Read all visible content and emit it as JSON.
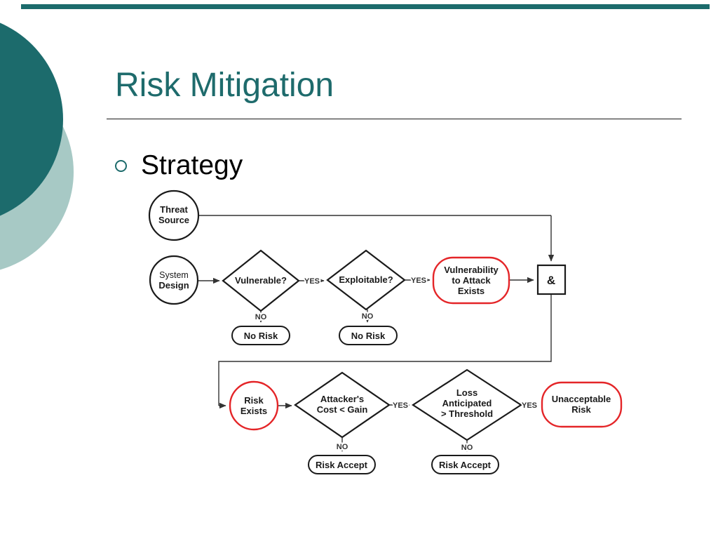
{
  "slide": {
    "title": "Risk Mitigation",
    "bullet_label": "Strategy"
  },
  "flowchart": {
    "nodes": {
      "threat_source": {
        "line1": "Threat",
        "line2": "Source"
      },
      "system_design": {
        "line1": "System",
        "line2": "Design"
      },
      "vulnerable": {
        "label": "Vulnerable?"
      },
      "exploitable": {
        "label": "Exploitable?"
      },
      "vulnerability_to_attack": {
        "line1": "Vulnerability",
        "line2": "to Attack",
        "line3": "Exists"
      },
      "and_gate": {
        "label": "&"
      },
      "no_risk_left": {
        "label": "No Risk"
      },
      "no_risk_right": {
        "label": "No Risk"
      },
      "risk_exists": {
        "line1": "Risk",
        "line2": "Exists"
      },
      "attackers_cost": {
        "line1": "Attacker's",
        "line2": "Cost < Gain"
      },
      "loss_anticipated": {
        "line1": "Loss",
        "line2": "Anticipated",
        "line3": "> Threshold"
      },
      "unacceptable_risk": {
        "line1": "Unacceptable",
        "line2": "Risk"
      },
      "risk_accept_left": {
        "label": "Risk Accept"
      },
      "risk_accept_right": {
        "label": "Risk Accept"
      }
    },
    "edge_labels": {
      "yes_vulnerable": "YES",
      "yes_exploitable": "YES",
      "yes_attackers": "YES",
      "yes_loss": "YES",
      "no_vulnerable": "NO",
      "no_exploitable": "NO",
      "no_attackers": "NO",
      "no_loss": "NO"
    }
  },
  "colors": {
    "accent_teal": "#1c6b6c",
    "light_teal": "#a7c9c5",
    "alert_red": "#e42528",
    "line_dark": "#1a1a1a"
  }
}
